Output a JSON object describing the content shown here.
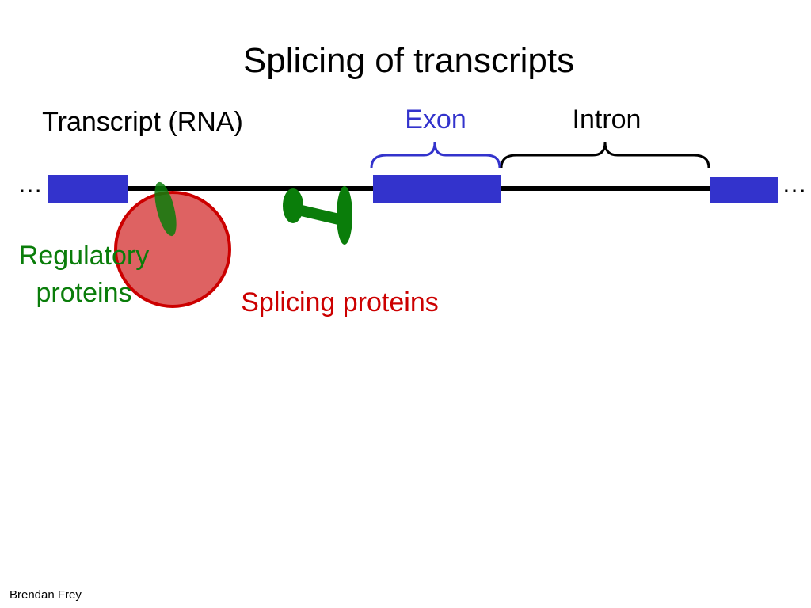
{
  "slide": {
    "title": "Splicing of transcripts",
    "footer": "Brendan Frey"
  },
  "diagram": {
    "transcript_label": "Transcript (RNA)",
    "exon_label": "Exon",
    "intron_label": "Intron",
    "ellipsis_left": "…",
    "ellipsis_right": "…",
    "regulatory_label_line1": "Regulatory",
    "regulatory_label_line2": "proteins",
    "splicing_label": "Splicing proteins"
  },
  "colors": {
    "exon": "#3333cc",
    "exon_brace": "#3333cc",
    "intron_brace": "#000000",
    "rna_line": "#000000",
    "regulatory_protein": "#0a7d0a",
    "splicing_protein_fill": "#dc5a5a",
    "splicing_protein_stroke": "#cc0000",
    "splicing_label": "#cc0000",
    "regulatory_label": "#0a7d0a"
  }
}
